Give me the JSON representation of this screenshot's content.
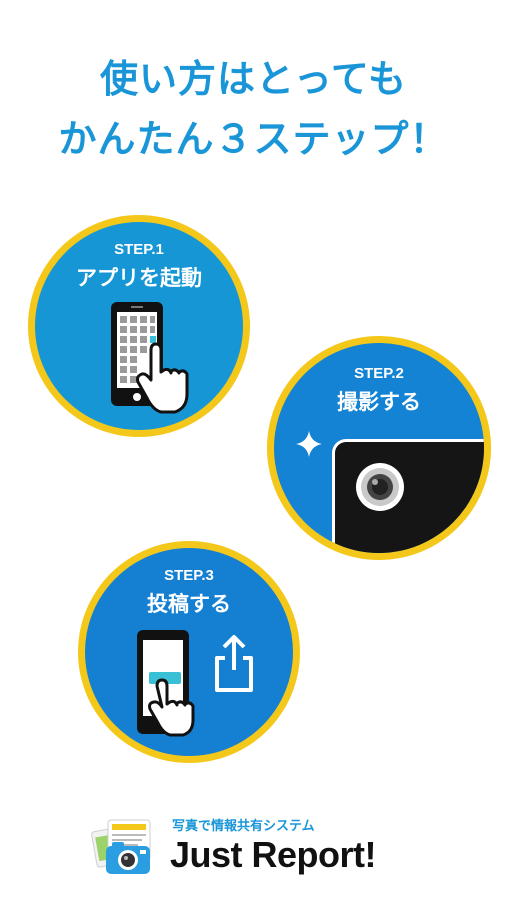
{
  "headline": {
    "line1": "使い方はとっても",
    "line2": "かんたん３ステップ！"
  },
  "steps": [
    {
      "number": "STEP.1",
      "title": "アプリを起動",
      "icon": "phone-tap-icon"
    },
    {
      "number": "STEP.2",
      "title": "撮影する",
      "icon": "camera-icon"
    },
    {
      "number": "STEP.3",
      "title": "投稿する",
      "icon": "share-icon"
    }
  ],
  "footer": {
    "tagline": "写真で情報共有システム",
    "brand": "Just Report!",
    "icon": "just-report-app-icon"
  },
  "colors": {
    "headline": "#1a96d8",
    "ring": "#f3c81b",
    "step1_bg": "#1796d6",
    "step2_bg": "#1483d3",
    "step3_bg": "#1580d2"
  }
}
